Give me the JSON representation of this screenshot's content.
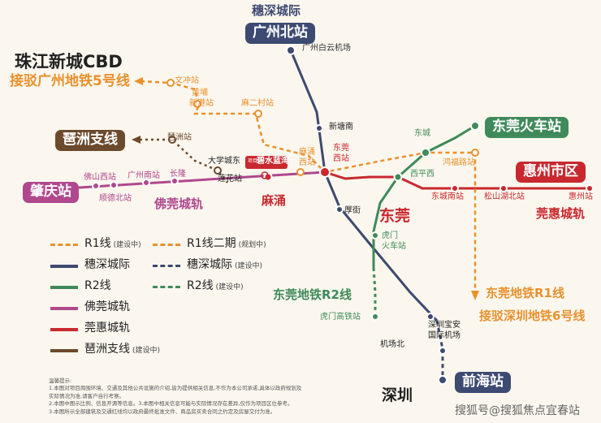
{
  "colors": {
    "r1": "#e8912e",
    "suishen": "#3d4a72",
    "r2": "#3f8a5a",
    "foguan": "#b0488e",
    "guanhui": "#c8282e",
    "guozhou": "#6b4a2d"
  },
  "regions": {
    "guangzhou_cbd": "珠江新城CBD",
    "guangzhou_transfer": "接驳广州地铁5号线",
    "dongguan": "东莞",
    "shenzhen": "深圳"
  },
  "badges": {
    "guangzhou_north_top": "穗深城际",
    "guangzhou_north": "广州北站",
    "guozhou_line": "琶洲支线",
    "zhaoqing": "肇庆站",
    "dongguan_train": "东莞火车站",
    "huizhou": "惠州市区",
    "qianhai": "前海站"
  },
  "line_labels": {
    "foguan": "佛莞城轨",
    "guanhui": "莞惠城轨",
    "r2": "东莞地铁R2线",
    "r1_line1": "东莞地铁R1线",
    "r1_line2": "接驳深圳地铁6号线"
  },
  "stations": {
    "baiyun_airport": "广州白云机场",
    "wenchong": "文冲站",
    "huangpu_xingang_1": "黄埔",
    "huangpu_xingang_2": "新港站",
    "ma_er_cun": "麻二村站",
    "pazhou": "琶洲站",
    "daxuecheng_dong": "大学城东",
    "lianhua": "莲花站",
    "fushan_xi": "佛山西站",
    "guangzhou_nan": "广州南站",
    "changlong": "长隆",
    "shunde_bei": "顺德北站",
    "machong": "麻涌",
    "machong_xi_1": "麻涌",
    "machong_xi_2": "西站",
    "dongguan_xi_1": "东莞",
    "dongguan_xi_2": "西站",
    "xintang_nan": "新塘南",
    "dongcheng": "东城",
    "honghu_road": "鸿福路站",
    "xipingxi": "西平西",
    "dongcheng_nan": "东城南站",
    "songshanhu_bei": "松山湖北站",
    "huizhou": "惠州站",
    "houjie": "厚街",
    "humen_1": "虎门",
    "humen_2": "火车站",
    "humen_gaotie": "虎门高铁站",
    "shenzhen_baoan_1": "深圳宝安",
    "shenzhen_baoan_2": "国际机场",
    "jichang_bei": "机场北"
  },
  "project": {
    "name": "碧水蓝湾",
    "tag": "项目"
  },
  "legend": [
    {
      "label": "R1线",
      "note": "(建设中)",
      "color": "#e8912e",
      "style": "dashed"
    },
    {
      "label": "R1线二期",
      "note": "(规划中)",
      "color": "#e8912e",
      "style": "dashed"
    },
    {
      "label": "穗深城际",
      "note": "",
      "color": "#3d4a72",
      "style": "solid"
    },
    {
      "label": "穗深城际",
      "note": "(建设中)",
      "color": "#3d4a72",
      "style": "dashed"
    },
    {
      "label": "R2线",
      "note": "",
      "color": "#3f8a5a",
      "style": "solid"
    },
    {
      "label": "R2线",
      "note": "(建设中)",
      "color": "#3f8a5a",
      "style": "dashed"
    },
    {
      "label": "佛莞城轨",
      "note": "",
      "color": "#b0488e",
      "style": "solid"
    },
    {
      "label": "莞惠城轨",
      "note": "",
      "color": "#c8282e",
      "style": "solid"
    },
    {
      "label": "琶洲支线",
      "note": "(建设中)",
      "color": "#6b4a2d",
      "style": "solid"
    }
  ],
  "notes": {
    "title": "温馨提示:",
    "line1": "1.本图对项目周围环境、交通及其他公共设施的介绍,皆为提供相关信息,不作为本公司承诺,具体以政府规划及",
    "line2": "实际情况为准,请客户自行考察。",
    "line3": "2.本图中图示比例、信息开源等信息。3.本图中相关信息可能与实际情况存在差异,仅作为项目区位参考。",
    "line4": "3.本图所示全部建筑及交通红线均以政府最终批准文件、商品房买卖合同之约定及房屋交付为准。"
  },
  "watermark": "搜狐号@搜狐焦点宜春站"
}
